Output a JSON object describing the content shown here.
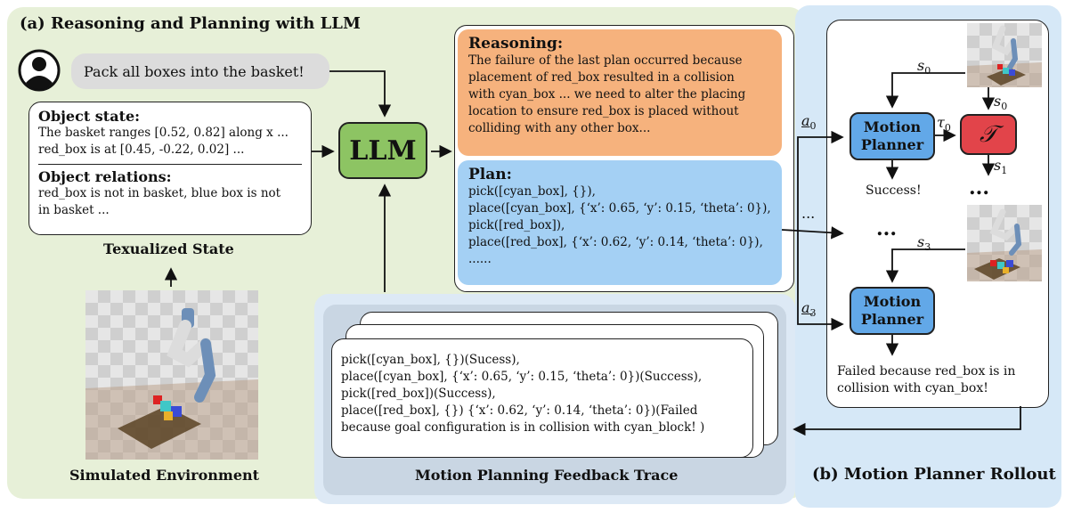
{
  "panel_a": {
    "title": "(a) Reasoning and Planning with LLM"
  },
  "panel_b": {
    "title": "(b) Motion Planner Rollout"
  },
  "instruction": "Pack all boxes into the basket!",
  "state_box": {
    "object_state_heading": "Object state:",
    "object_state_lines": [
      "The basket ranges [0.52, 0.82] along x ...",
      "red_box is at [0.45, -0.22, 0.02] ..."
    ],
    "object_relations_heading": "Object relations:",
    "object_relations_lines": [
      "red_box is not in basket, blue box is not",
      "in basket ..."
    ],
    "caption": "Texualized State"
  },
  "env_caption": "Simulated Environment",
  "llm_label": "LLM",
  "reasoning": {
    "heading": "Reasoning:",
    "lines": [
      "The failure of the last plan occurred because",
      "placement of red_box resulted in a collision",
      "with cyan_box ... we need to alter the placing",
      "location to ensure red_box is placed without",
      "colliding with any other box..."
    ]
  },
  "plan": {
    "heading": "Plan:",
    "lines": [
      "pick([cyan_box], {}),",
      "place([cyan_box], {‘x’: 0.65, ‘y’: 0.15, ‘theta’: 0}),",
      "pick([red_box]),",
      "place([red_box], {‘x’: 0.62, ‘y’: 0.14, ‘theta’: 0}),",
      "......"
    ]
  },
  "trace": {
    "lines": [
      "pick([cyan_box], {})(Sucess),",
      "place([cyan_box], {‘x’: 0.65, ‘y’: 0.15, ‘theta’: 0})(Success),",
      "pick([red_box])(Success),",
      "place([red_box], {}) {‘x’: 0.62, ‘y’: 0.14, ‘theta’: 0})(Failed",
      "because goal configuration is in collision with cyan_block! )"
    ],
    "caption": "Motion Planning Feedback Trace"
  },
  "rollout": {
    "motion_planner_label": [
      "Motion",
      "Planner"
    ],
    "tau_symbol": "𝒯",
    "success": "Success!",
    "failed_lines": [
      "Failed because red_box is in",
      "collision with cyan_box!"
    ],
    "ellipsis": "...",
    "symbols": {
      "s": "s",
      "a": "a",
      "tau": "τ",
      "s0": "0",
      "s1": "1",
      "s3": "3",
      "a0": "0",
      "a3": "3",
      "tau0": "0"
    }
  },
  "colors": {
    "llm": "#8dc463",
    "reasoning": "#f6b27d",
    "plan": "#a4d0f4",
    "motion_planner": "#62a8e8",
    "transition": "#e2444a"
  }
}
